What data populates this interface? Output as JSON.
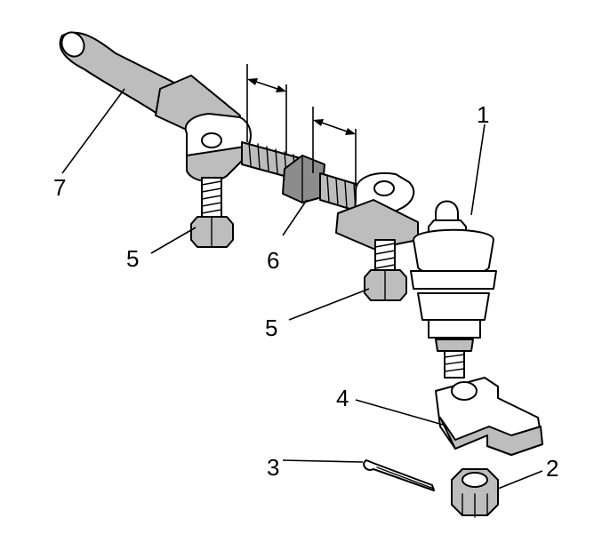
{
  "diagram": {
    "callouts": [
      {
        "id": "1",
        "text": "1"
      },
      {
        "id": "2",
        "text": "2"
      },
      {
        "id": "3",
        "text": "3"
      },
      {
        "id": "4",
        "text": "4"
      },
      {
        "id": "5a",
        "text": "5"
      },
      {
        "id": "5b",
        "text": "5"
      },
      {
        "id": "6",
        "text": "6"
      },
      {
        "id": "7",
        "text": "7"
      }
    ]
  }
}
